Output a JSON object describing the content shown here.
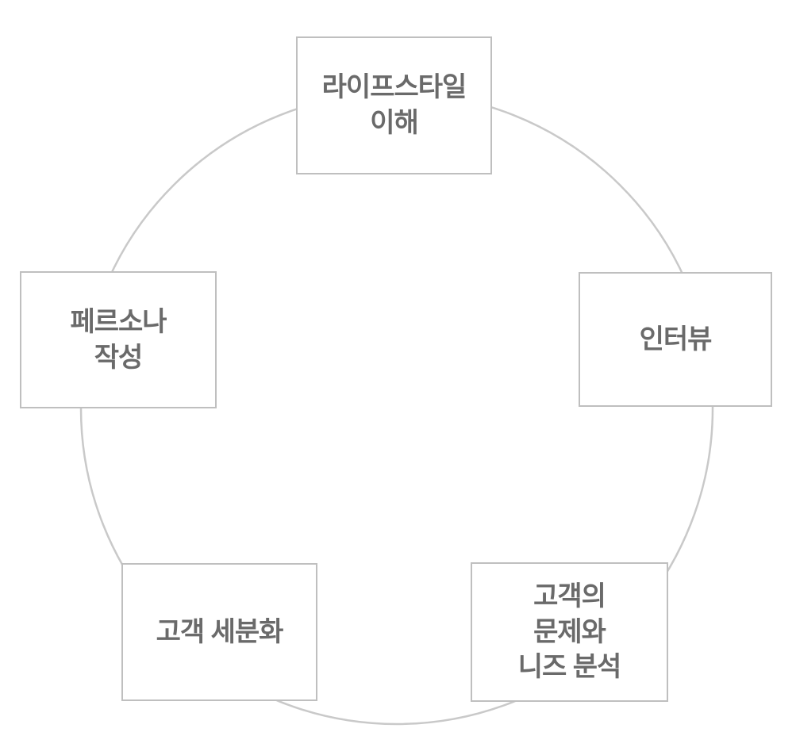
{
  "diagram": {
    "type": "cycle",
    "circle_color": "#c9c9c9",
    "box_border_color": "#bfbfbf",
    "box_background_color": "#ffffff",
    "text_color": "#6a6a6a",
    "nodes": [
      {
        "id": "lifestyle-understanding",
        "position": "top",
        "lines": {
          "0": "라이프스타일",
          "1": "이해"
        }
      },
      {
        "id": "interview",
        "position": "right",
        "lines": {
          "0": "인터뷰"
        }
      },
      {
        "id": "customer-problems-needs-analysis",
        "position": "bottom-right",
        "lines": {
          "0": "고객의",
          "1": "문제와",
          "2": "니즈 분석"
        }
      },
      {
        "id": "customer-segmentation",
        "position": "bottom-left",
        "lines": {
          "0": "고객 세분화"
        }
      },
      {
        "id": "persona-creation",
        "position": "left",
        "lines": {
          "0": "페르소나",
          "1": "작성"
        }
      }
    ]
  }
}
